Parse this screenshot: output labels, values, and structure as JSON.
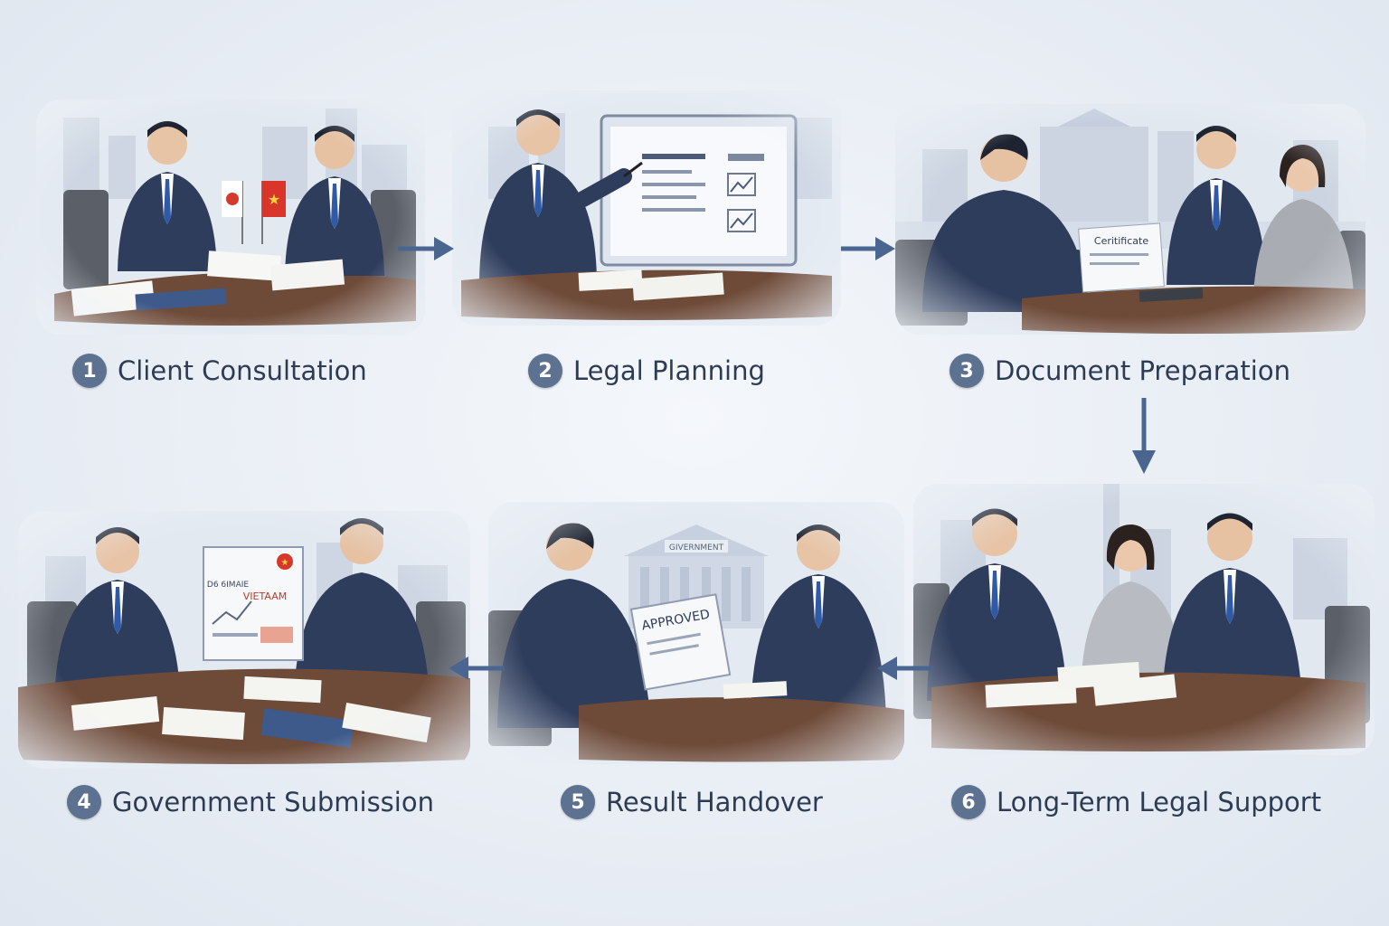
{
  "steps": [
    {
      "number": "1",
      "title": "Client Consultation"
    },
    {
      "number": "2",
      "title": "Legal Planning"
    },
    {
      "number": "3",
      "title": "Document Preparation"
    },
    {
      "number": "4",
      "title": "Government Submission"
    },
    {
      "number": "5",
      "title": "Result Handover"
    },
    {
      "number": "6",
      "title": "Long-Term Legal Support"
    }
  ],
  "scene_text": {
    "document_header": "Ceritificate",
    "vietnam_doc": "VIETAAM",
    "vietnam_doc_top": "D6 6IMAIE",
    "approved_doc": "APPROVED",
    "building_sign": "GIVERNMENT"
  },
  "colors": {
    "suit": "#2f3d5c",
    "tie": "#2f5aa8",
    "table": "#6e4a38",
    "arrow": "#4a6690",
    "badge": "#5d7190",
    "label_text": "#2d3c55"
  }
}
